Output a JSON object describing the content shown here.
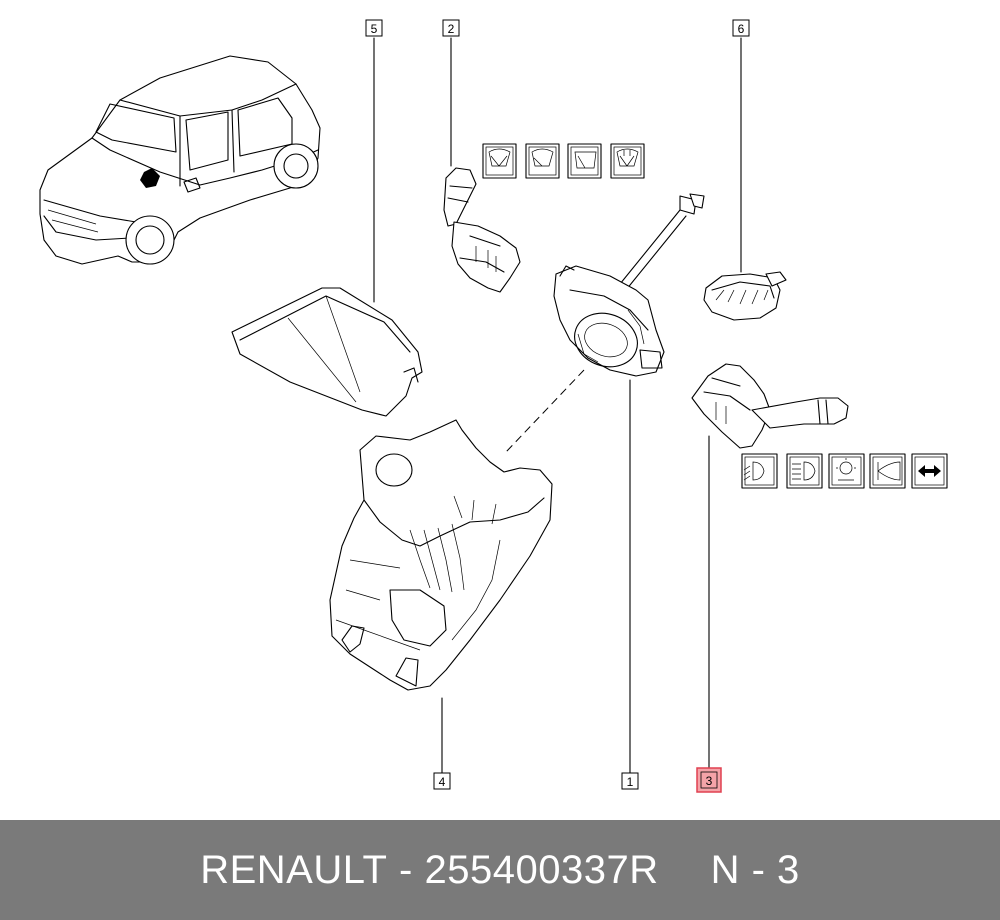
{
  "footer": {
    "brand": "RENAULT",
    "separator": "-",
    "part_number": "255400337R",
    "position": "N - 3"
  },
  "callouts": [
    {
      "id": "1",
      "highlighted": false
    },
    {
      "id": "2",
      "highlighted": false
    },
    {
      "id": "3",
      "highlighted": true
    },
    {
      "id": "4",
      "highlighted": false
    },
    {
      "id": "5",
      "highlighted": false
    },
    {
      "id": "6",
      "highlighted": false
    }
  ],
  "colors": {
    "footer_bg": "#7a7a7a",
    "footer_text": "#ffffff",
    "highlight_fill": "#f4a3a8",
    "highlight_border": "#e04050"
  },
  "icons": {
    "wiper_symbols": [
      "front-wiper-icon",
      "wiper-intermittent-icon",
      "rear-wiper-icon",
      "washer-icon"
    ],
    "lighting_symbols": [
      "low-beam-icon",
      "high-beam-icon",
      "interior-light-icon",
      "horn-icon",
      "turn-signal-icon"
    ]
  }
}
